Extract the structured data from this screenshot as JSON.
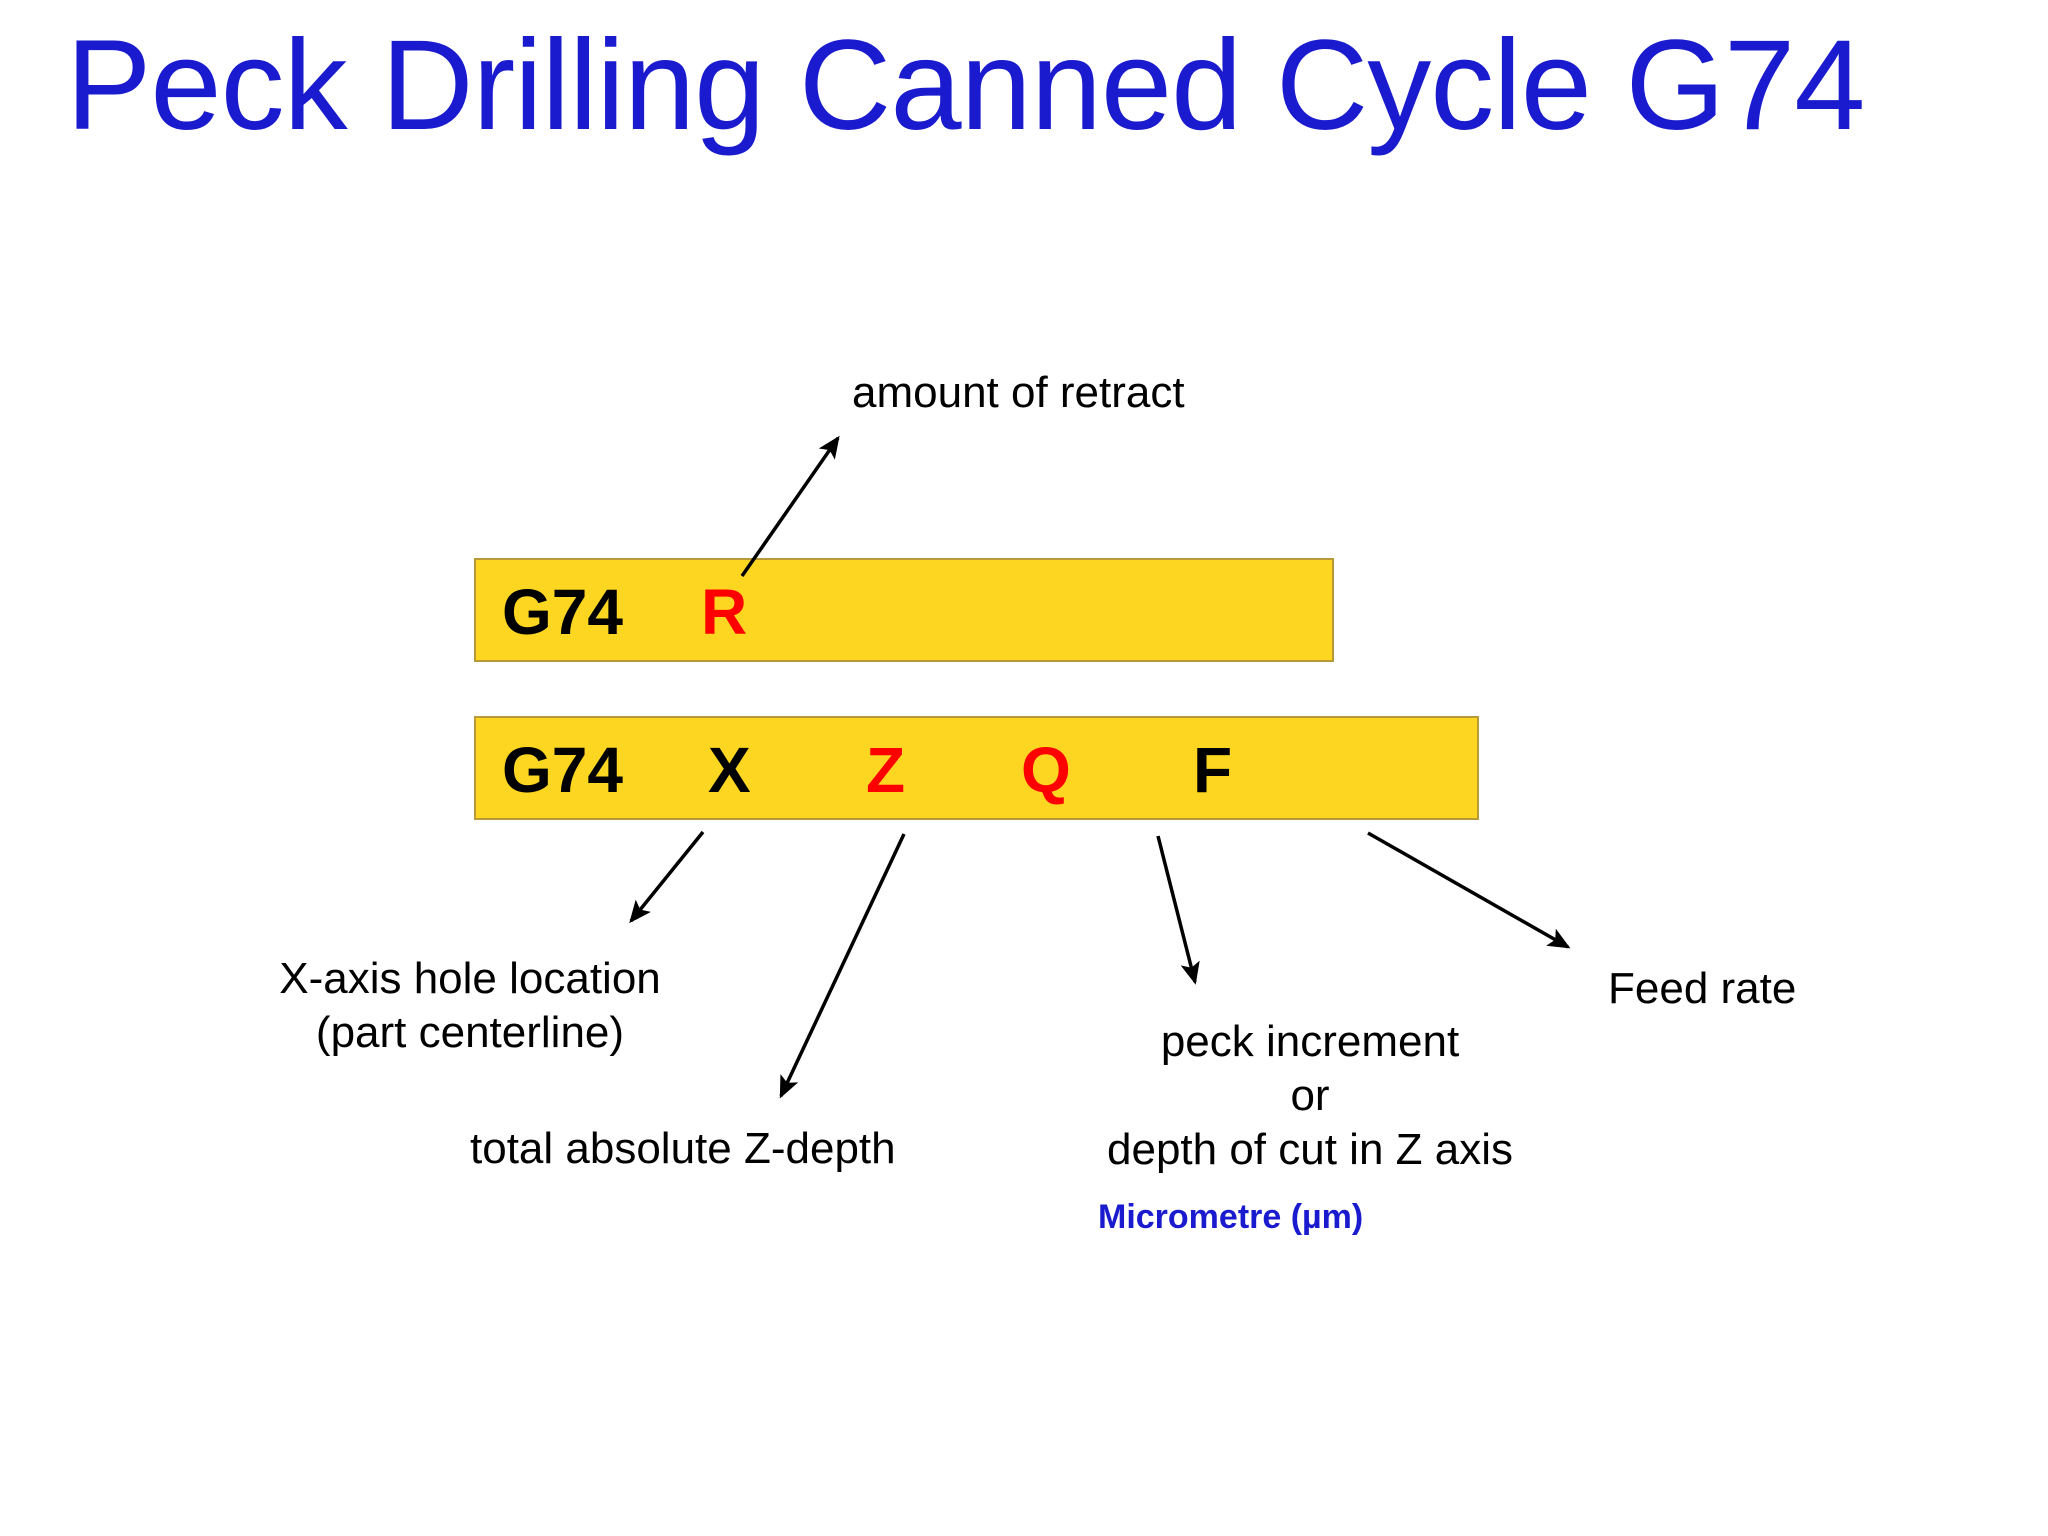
{
  "slide": {
    "title": "Peck Drilling Canned Cycle G74",
    "title_color": "#1A1ACE",
    "background_color": "#FFFFFF"
  },
  "code_bars": {
    "fill_color": "#FCD620",
    "border_color": "#B89A38",
    "black_color": "#000000",
    "red_color": "#FF0000",
    "bar1": {
      "tokens": [
        {
          "text": "G74",
          "color": "black"
        },
        {
          "text": "R",
          "color": "red"
        }
      ]
    },
    "bar2": {
      "tokens": [
        {
          "text": "G74",
          "color": "black"
        },
        {
          "text": "X",
          "color": "black"
        },
        {
          "text": "Z",
          "color": "red"
        },
        {
          "text": "Q",
          "color": "red"
        },
        {
          "text": "F",
          "color": "black"
        }
      ]
    }
  },
  "callouts": {
    "amount_of_retract": "amount of retract",
    "x_axis_hole_location": "X-axis hole location\n(part centerline)",
    "total_absolute_z_depth": "total absolute Z-depth",
    "peck_increment": "peck increment\nor\ndepth of cut in Z axis",
    "feed_rate": "Feed rate",
    "micrometre_note": "Micrometre (µm)",
    "micrometre_note_color": "#1A1ACE"
  }
}
